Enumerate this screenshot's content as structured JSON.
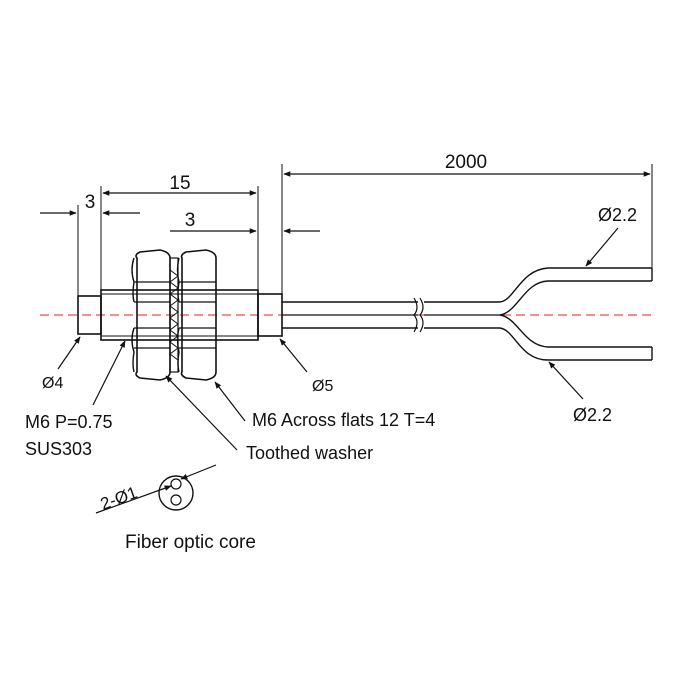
{
  "dimensions": {
    "tip_length": "3",
    "threaded_length": "15",
    "rear_length": "3",
    "cable_length": "2000",
    "cable_upper_dia": "Ø2.2",
    "cable_lower_dia": "Ø2.2",
    "tip_dia": "Ø4",
    "rear_dia": "Ø5"
  },
  "callouts": {
    "thread_line1": "M6 P=0.75",
    "thread_line2": "SUS303",
    "nut": "M6 Across flats 12  T=4",
    "washer": "Toothed washer"
  },
  "core_detail": {
    "dia_label": "2-Ø1",
    "caption": "Fiber optic core"
  },
  "colors": {
    "line": "#111111",
    "centerline": "#e02020"
  }
}
